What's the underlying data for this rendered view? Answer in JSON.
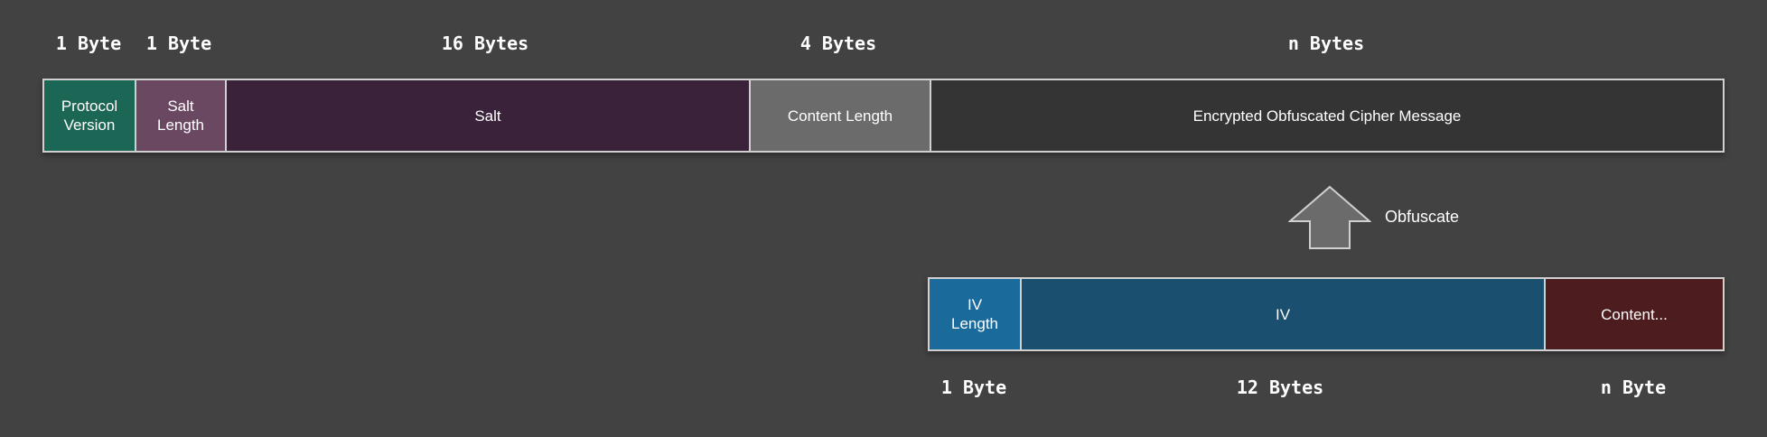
{
  "top_sizes": [
    "1 Byte",
    "1 Byte",
    "16 Bytes",
    "4 Bytes",
    "n Bytes"
  ],
  "top_fields": [
    {
      "label": "Protocol\nVersion",
      "color": "#1c6655"
    },
    {
      "label": "Salt\nLength",
      "color": "#6a4862"
    },
    {
      "label": "Salt",
      "color": "#3a233a"
    },
    {
      "label": "Content Length",
      "color": "#6b6b6b"
    },
    {
      "label": "Encrypted Obfuscated Cipher Message",
      "color": "#343434"
    }
  ],
  "arrow": {
    "label": "Obfuscate",
    "color": "#6b6b6b",
    "icon": "up-arrow-icon"
  },
  "bottom_fields": [
    {
      "label": "IV\nLength",
      "color": "#1a6a9c"
    },
    {
      "label": "IV",
      "color": "#1b4f6f"
    },
    {
      "label": "Content...",
      "color": "#4d1c1e"
    }
  ],
  "bottom_sizes": [
    "1 Byte",
    "12 Bytes",
    "n Byte"
  ]
}
